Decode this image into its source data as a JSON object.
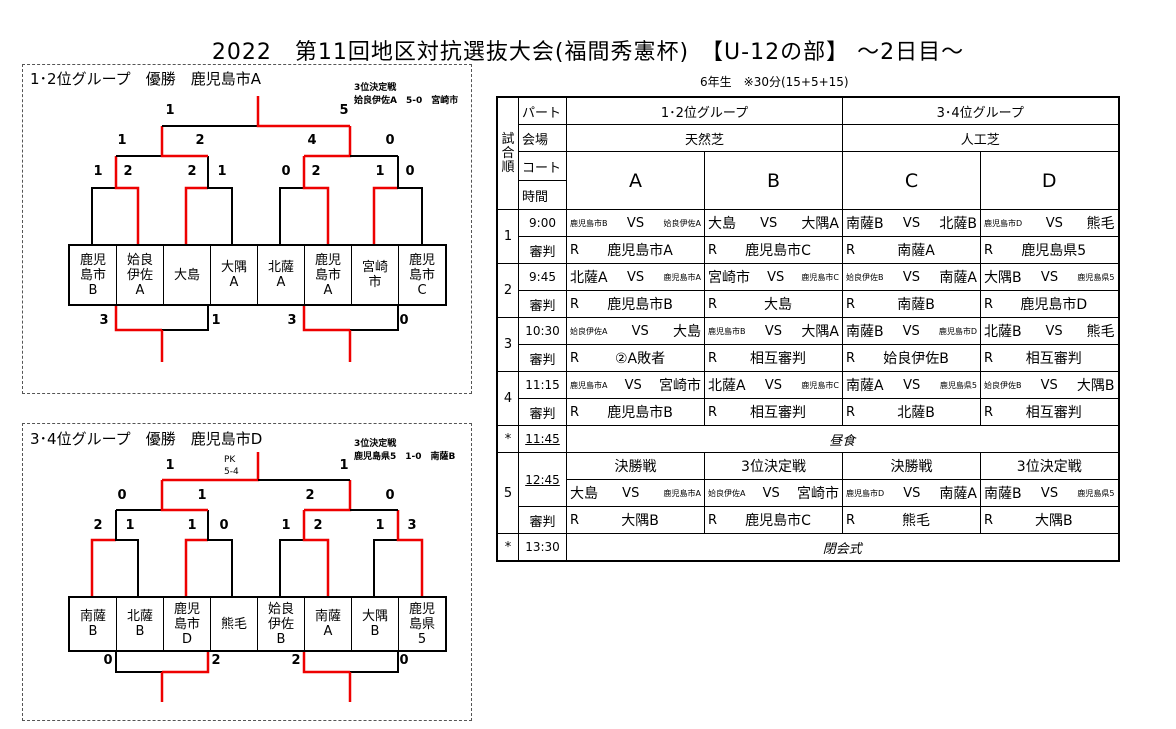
{
  "title": "2022　第11回地区対抗選抜大会(福間秀憲杯)　【U-12の部】 ～2日目～",
  "subheading": "6年生　※30分(15+5+15)",
  "bracket1": {
    "title": "1･2位グループ　優勝　鹿児島市A",
    "third_title": "3位決定戦",
    "third_result": "姶良伊佐A　5-0　宮崎市",
    "teams": [
      "鹿児\n島市\nB",
      "姶良\n伊佐\nA",
      "大島",
      "大隅\nA",
      "北薩\nA",
      "鹿児\n島市\nA",
      "宮崎\n市",
      "鹿児\n島市\nC"
    ],
    "r1_scores": [
      "1",
      "2",
      "2",
      "1",
      "0",
      "2",
      "1",
      "0"
    ],
    "r2_scores": [
      "1",
      "2",
      "4",
      "0"
    ],
    "final_scores": [
      "1",
      "5"
    ],
    "third_scores": [
      "3",
      "1",
      "3",
      "0"
    ]
  },
  "bracket2": {
    "title": "3･4位グループ　優勝　鹿児島市D",
    "third_title": "3位決定戦",
    "third_result": "鹿児島県5　1-0　南薩B",
    "pk_label": "PK",
    "pk_score": "5-4",
    "teams": [
      "南薩\nB",
      "北薩\nB",
      "鹿児\n島市\nD",
      "熊毛",
      "姶良\n伊佐\nB",
      "南薩\nA",
      "大隅\nB",
      "鹿児\n島県\n5"
    ],
    "r1_scores": [
      "2",
      "1",
      "1",
      "0",
      "1",
      "2",
      "1",
      "3"
    ],
    "r2_scores": [
      "0",
      "1",
      "2",
      "0"
    ],
    "final_scores": [
      "1",
      "1"
    ],
    "third_scores": [
      "0",
      "2",
      "2",
      "0"
    ]
  },
  "schedule": {
    "side_label": "試合順",
    "header": {
      "part": "パート",
      "group12": "1･2位グループ",
      "group34": "3･4位グループ",
      "venue": "会場",
      "venue12": "天然芝",
      "venue34": "人工芝",
      "court": "コート",
      "time": "時間",
      "courts": [
        "A",
        "B",
        "C",
        "D"
      ]
    },
    "ref_label": "審判",
    "ref_prefix": "R",
    "vs": "VS",
    "rounds": [
      {
        "no": "1",
        "time": "9:00",
        "matches": [
          [
            "鹿児島市B",
            "姶良伊佐A"
          ],
          [
            "大島",
            "大隅A"
          ],
          [
            "南薩B",
            "北薩B"
          ],
          [
            "鹿児島市D",
            "熊毛"
          ]
        ],
        "refs": [
          "鹿児島市A",
          "鹿児島市C",
          "南薩A",
          "鹿児島県5"
        ]
      },
      {
        "no": "2",
        "time": "9:45",
        "matches": [
          [
            "北薩A",
            "鹿児島市A"
          ],
          [
            "宮崎市",
            "鹿児島市C"
          ],
          [
            "姶良伊佐B",
            "南薩A"
          ],
          [
            "大隅B",
            "鹿児島県5"
          ]
        ],
        "refs": [
          "鹿児島市B",
          "大島",
          "南薩B",
          "鹿児島市D"
        ]
      },
      {
        "no": "3",
        "time": "10:30",
        "matches": [
          [
            "姶良伊佐A",
            "大島"
          ],
          [
            "鹿児島市B",
            "大隅A"
          ],
          [
            "南薩B",
            "鹿児島市D"
          ],
          [
            "北薩B",
            "熊毛"
          ]
        ],
        "refs": [
          "②A敗者",
          "相互審判",
          "姶良伊佐B",
          "相互審判"
        ]
      },
      {
        "no": "4",
        "time": "11:15",
        "matches": [
          [
            "鹿児島市A",
            "宮崎市"
          ],
          [
            "北薩A",
            "鹿児島市C"
          ],
          [
            "南薩A",
            "鹿児島県5"
          ],
          [
            "姶良伊佐B",
            "大隅B"
          ]
        ],
        "refs": [
          "鹿児島市B",
          "相互審判",
          "北薩B",
          "相互審判"
        ]
      }
    ],
    "lunch": {
      "mark": "*",
      "time": "11:45",
      "label": "昼食"
    },
    "final_round": {
      "no": "5",
      "time": "12:45",
      "labels": [
        "決勝戦",
        "3位決定戦",
        "決勝戦",
        "3位決定戦"
      ],
      "matches": [
        [
          "大島",
          "鹿児島市A"
        ],
        [
          "姶良伊佐A",
          "宮崎市"
        ],
        [
          "鹿児島市D",
          "南薩A"
        ],
        [
          "南薩B",
          "鹿児島県5"
        ]
      ],
      "refs": [
        "大隅B",
        "鹿児島市C",
        "熊毛",
        "大隅B"
      ]
    },
    "closing": {
      "mark": "*",
      "time": "13:30",
      "label": "閉会式"
    }
  }
}
